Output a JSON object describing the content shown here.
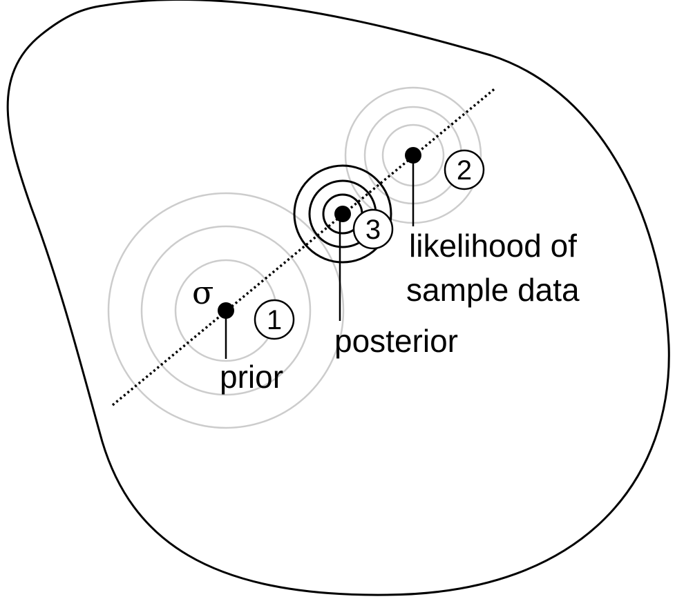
{
  "labels": {
    "sigma": "σ",
    "prior": "prior",
    "posterior": "posterior",
    "likelihood_line1": "likelihood of",
    "likelihood_line2": "sample data"
  },
  "markers": {
    "prior": "1",
    "likelihood": "2",
    "posterior": "3"
  },
  "colors": {
    "stroke": "#000000",
    "light_contour": "#cccccc",
    "background": "#ffffff"
  }
}
